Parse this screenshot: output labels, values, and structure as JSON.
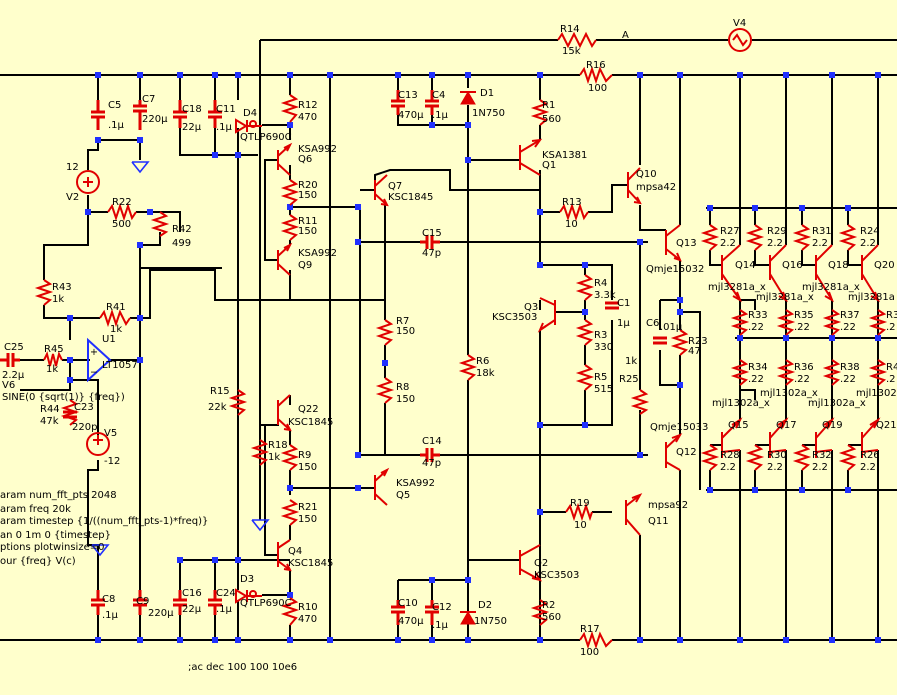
{
  "labels": {
    "R14": "R14",
    "R14v": "15k",
    "nodeA": "A",
    "V4": "V4",
    "R16": "R16",
    "R16v": "100",
    "C13": "C13",
    "C13v": "470µ",
    "C4": "C4",
    "C4v": ".1µ",
    "D1": "D1",
    "D1v": "1N750",
    "R1": "R1",
    "R1v": "560",
    "C5": "C5",
    "C5v": ".1µ",
    "C7": "C7",
    "C7v": "220µ",
    "C18": "C18",
    "C18v": "22µ",
    "C11": "C11",
    "C11v": ".1µ",
    "D4": "D4",
    "D4v": "QTLP690C",
    "R12": "R12",
    "R12v": "470",
    "Q6": "Q6",
    "Q6v": "KSA992",
    "V2": "V2",
    "V2v": "12",
    "R22": "R22",
    "R22v": "500",
    "R42": "R42",
    "R42v": "499",
    "R20": "R20",
    "R20v": "150",
    "R11": "R11",
    "R11v": "150",
    "Q9": "Q9",
    "Q9v": "KSA992",
    "Q7": "Q7",
    "Q7v": "KSC1845",
    "Q1": "Q1",
    "Q1v": "KSA1381",
    "Q10": "Q10",
    "Q10v": "mpsa42",
    "R13": "R13",
    "R13v": "10",
    "C15": "C15",
    "C15v": "47p",
    "Q13": "Q13",
    "Q13v": "Qmje15032",
    "R27": "R27",
    "R27v": "2.2",
    "R29": "R29",
    "R29v": "2.2",
    "R31": "R31",
    "R31v": "2.2",
    "R24": "R24",
    "R24v": "2.2",
    "Q14": "Q14",
    "Q14v": "mjl3281a_x",
    "Q16": "Q16",
    "Q16v": "mjl3281a_x",
    "Q18": "Q18",
    "Q18v": "mjl3281a_x",
    "Q20": "Q20",
    "Q20v": "mjl3281a",
    "R43": "R43",
    "R43v": "1k",
    "R41": "R41",
    "R41v": "1k",
    "R4": "R4",
    "R4v": "3.3k",
    "Q3": "Q3",
    "Q3v": "KSC3503",
    "C1": "C1",
    "C1v": "1µ",
    "R3": "R3",
    "R3v": "330",
    "R5": "R5",
    "R5v": "515",
    "C6": "C6",
    "C6v": ".01µ",
    "R23": "R23",
    "R23v": "47",
    "R33": "R33",
    "R33v": ".22",
    "R35": "R35",
    "R35v": ".22",
    "R37": "R37",
    "R37v": ".22",
    "R3x": "R3",
    "R3xv": ".2",
    "U1": "U1",
    "U1v": "LT1057",
    "C25": "C25",
    "C25v": "2.2µ",
    "R45": "R45",
    "R45v": "1k",
    "R7": "R7",
    "R7v": "150",
    "R6": "R6",
    "R6v": "18k",
    "R25": "R25",
    "R25v": "1k",
    "R34": "R34",
    "R34v": ".22",
    "R36": "R36",
    "R36v": ".22",
    "R38": "R38",
    "R38v": ".22",
    "R4x": "R4",
    "R4xv": ".2",
    "V6": "V6",
    "V6v": "SINE(0 {sqrt(1)} {freq})",
    "R44": "R44",
    "R44v": "47k",
    "C23": "C23",
    "C23v": "220p",
    "R15": "R15",
    "R15v": "22k",
    "R8": "R8",
    "R8v": "150",
    "Q15": "Q15",
    "Q15v": "mjl1302a_x",
    "Q17": "Q17",
    "Q17v": "mjl1302a_x",
    "Q19": "Q19",
    "Q19v": "mjl1302a_x",
    "Q21": "Q21",
    "Q21v": "mjl1302a",
    "Q22": "Q22",
    "Q22v": "KSC1845",
    "V5": "V5",
    "V5v": "-12",
    "R18": "R18",
    "R18v": "1k",
    "R9": "R9",
    "R9v": "150",
    "C14": "C14",
    "C14v": "47p",
    "Q12": "Q12",
    "Q12v": "Qmje15033",
    "R28": "R28",
    "R28v": "2.2",
    "R30": "R30",
    "R30v": "2.2",
    "R32": "R32",
    "R32v": "2.2",
    "R26": "R26",
    "R26v": "2.2",
    "Q5": "Q5",
    "Q5v": "KSA992",
    "R21": "R21",
    "R21v": "150",
    "R19": "R19",
    "R19v": "10",
    "Q11": "Q11",
    "Q11v": "mpsa92",
    "Q4": "Q4",
    "Q4v": "KSC1845",
    "Q2": "Q2",
    "Q2v": "KSC3503",
    "C8": "C8",
    "C8v": ".1µ",
    "C9": "C9",
    "C9v": "220µ",
    "C16": "C16",
    "C16v": "22µ",
    "C24": "C24",
    "C24v": ".1µ",
    "D3": "D3",
    "D3v": "QTLP690C",
    "R10": "R10",
    "R10v": "470",
    "C10": "C10",
    "C10v": "470µ",
    "C12": "C12",
    "C12v": ".1µ",
    "D2": "D2",
    "D2v": "1N750",
    "R2": "R2",
    "R2v": "560",
    "R17": "R17",
    "R17v": "100"
  },
  "directives": {
    "line1": "aram num_fft_pts 2048",
    "line2": "aram freq 20k",
    "line3": "aram timestep {1/((num_fft_pts-1)*freq)}",
    "line4": "an 0 1m 0 {timestep}",
    "line5": "ptions plotwinsize=0",
    "line6": "our {freq} V(c)",
    "ac": ";ac dec 100 100 10e6"
  },
  "colors": {
    "background": "#ffffcc",
    "wire": "#000000",
    "component": "#e00000",
    "ground": "#2030ff"
  }
}
